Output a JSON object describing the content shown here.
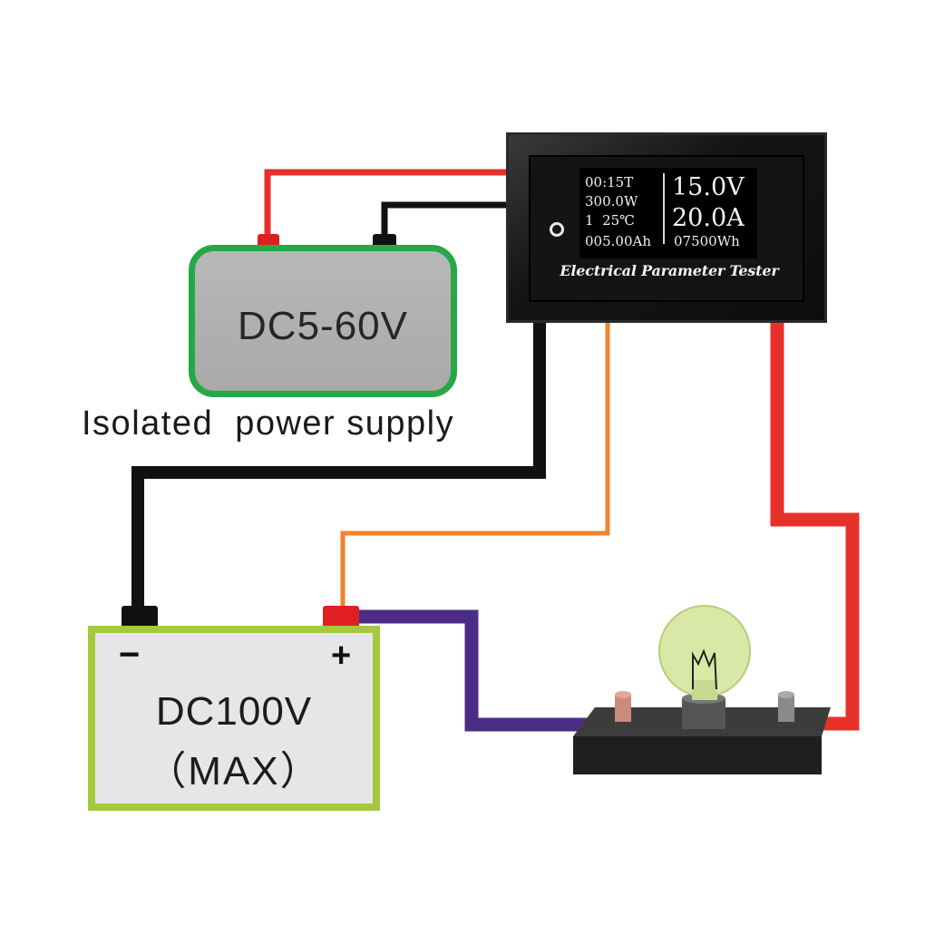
{
  "tester": {
    "display": {
      "time": "00:15T",
      "power": "300.0W",
      "status": "1  25℃",
      "capacity": "005.00Ah",
      "voltage": "15.0V",
      "current": "20.0A",
      "energy": "07500Wh"
    },
    "label": "Electrical Parameter Tester"
  },
  "supply": {
    "label": "DC5-60V",
    "caption": "Isolated  power supply"
  },
  "battery": {
    "minus": "−",
    "plus": "+",
    "rating": "DC100V",
    "max": "（MAX）"
  },
  "colors": {
    "red_wire": "#e8302b",
    "black_wire": "#111111",
    "orange_wire": "#f0832c",
    "purple_wire": "#4b2d87",
    "supply_border": "#27a844",
    "battery_border": "#a4c93a"
  },
  "icons": [
    "bulb-icon",
    "button-icon"
  ]
}
